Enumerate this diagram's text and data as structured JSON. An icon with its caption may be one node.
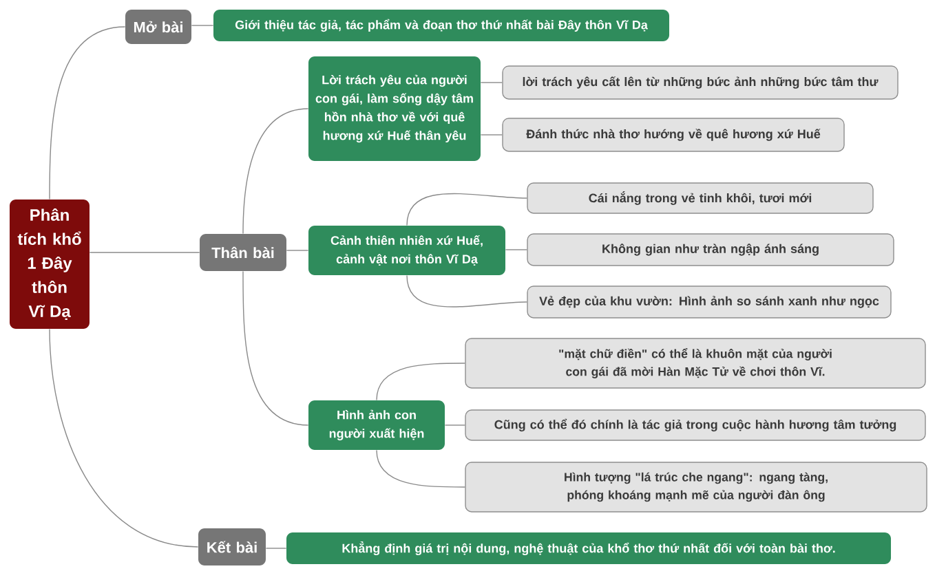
{
  "diagram": {
    "nodes": [
      {
        "text": [
          "Phân tích khổ 1 Đây thôn Vĩ Dạ"
        ]
      },
      {
        "text": [
          "Mở bài"
        ]
      },
      {
        "text": [
          "Giới thiệu tác giả, tác phẩm và đoạn thơ thứ nhất bài Đây thôn Vĩ Dạ"
        ]
      },
      {
        "text": [
          "Thân bài"
        ]
      },
      {
        "text": [
          "Lời trách yêu của người con gái, làm sống dậy tâm hồn nhà thơ về với quê hương xứ Huế thân yêu"
        ]
      },
      {
        "text": [
          "lời trách yêu cất lên từ những bức ảnh những bức tâm thư"
        ]
      },
      {
        "text": [
          "Đánh thức nhà thơ hướng về quê hương xứ Huế"
        ]
      },
      {
        "text": [
          "Cảnh thiên nhiên xứ Huế, cảnh vật nơi thôn Vĩ Dạ"
        ]
      },
      {
        "text": [
          "Cái nắng trong vẻ tinh khôi, tươi mới"
        ]
      },
      {
        "text": [
          "Không gian như tràn ngập ánh sáng"
        ]
      },
      {
        "text": [
          "Vẻ đẹp của khu vườn: Hình ảnh so sánh xanh như ngọc"
        ]
      },
      {
        "text": [
          "Hình ảnh con người xuất hiện"
        ]
      },
      {
        "text": [
          "\"mặt chữ điền\" có thể là khuôn mặt của người con gái đã mời Hàn Mặc Tử về chơi thôn Vĩ."
        ]
      },
      {
        "text": [
          "Cũng có thể đó chính là tác giả trong cuộc hành hương tâm tưởng"
        ]
      },
      {
        "text": [
          "Hình tượng \"lá trúc che ngang\": ngang tàng, phóng khoáng mạnh mẽ của người đàn ông"
        ]
      },
      {
        "text": [
          "Kết bài"
        ]
      },
      {
        "text": [
          "Khẳng định giá trị nội dung, nghệ thuật của khổ thơ thứ nhất đối với toàn bài thơ."
        ]
      }
    ],
    "edges": [
      {
        "from": 0,
        "to": 1,
        "arrow": "none"
      },
      {
        "from": 1,
        "to": 2,
        "arrow": "none"
      },
      {
        "from": 0,
        "to": 3,
        "arrow": "none"
      },
      {
        "from": 3,
        "to": 4,
        "arrow": "none"
      },
      {
        "from": 4,
        "to": 5,
        "arrow": "none"
      },
      {
        "from": 4,
        "to": 6,
        "arrow": "none"
      },
      {
        "from": 3,
        "to": 7,
        "arrow": "none"
      },
      {
        "from": 7,
        "to": 8,
        "arrow": "none"
      },
      {
        "from": 7,
        "to": 9,
        "arrow": "none"
      },
      {
        "from": 7,
        "to": 10,
        "arrow": "none"
      },
      {
        "from": 3,
        "to": 11,
        "arrow": "none"
      },
      {
        "from": 11,
        "to": 12,
        "arrow": "none"
      },
      {
        "from": 11,
        "to": 13,
        "arrow": "none"
      },
      {
        "from": 11,
        "to": 14,
        "arrow": "none"
      },
      {
        "from": 0,
        "to": 15,
        "arrow": "none"
      },
      {
        "from": 15,
        "to": 16,
        "arrow": "none"
      }
    ]
  }
}
